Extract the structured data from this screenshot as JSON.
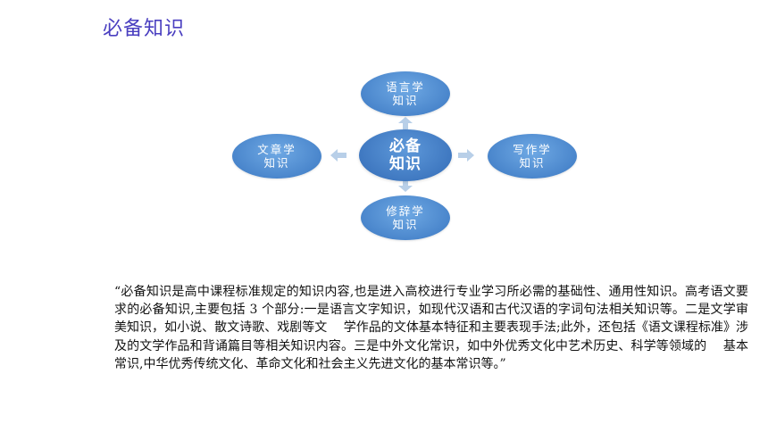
{
  "title": "必备知识",
  "diagram": {
    "center": {
      "line1": "必备",
      "line2": "知识"
    },
    "top": {
      "line1": "语言学",
      "line2": "知识"
    },
    "left": {
      "line1": "文章学",
      "line2": "知识"
    },
    "right": {
      "line1": "写作学",
      "line2": "知识"
    },
    "bottom": {
      "line1": "修辞学",
      "line2": "知识"
    }
  },
  "paragraph": "“必备知识是高中课程标准规定的知识内容,也是进入高校进行专业学习所必需的基础性、通用性知识。高考语文要求的必备知识,主要包括 3 个部分:一是语言文字知识，如现代汉语和古代汉语的字词句法相关知识等。二是文学审美知识，如小说、散文诗歌、戏剧等文　 学作品的文体基本特征和主要表现手法;此外，还包括《语文课程标准》涉及的文学作品和背诵篇目等相关知识内容。三是中外文化常识，如中外优秀文化中艺术历史、科学等领域的　 基本常识,中华优秀传统文化、革命文化和社会主义先进文化的基本常识等。”",
  "colors": {
    "title": "#4a3fc0",
    "node": "#4a86cc",
    "arrow": "#b8cfe8"
  }
}
